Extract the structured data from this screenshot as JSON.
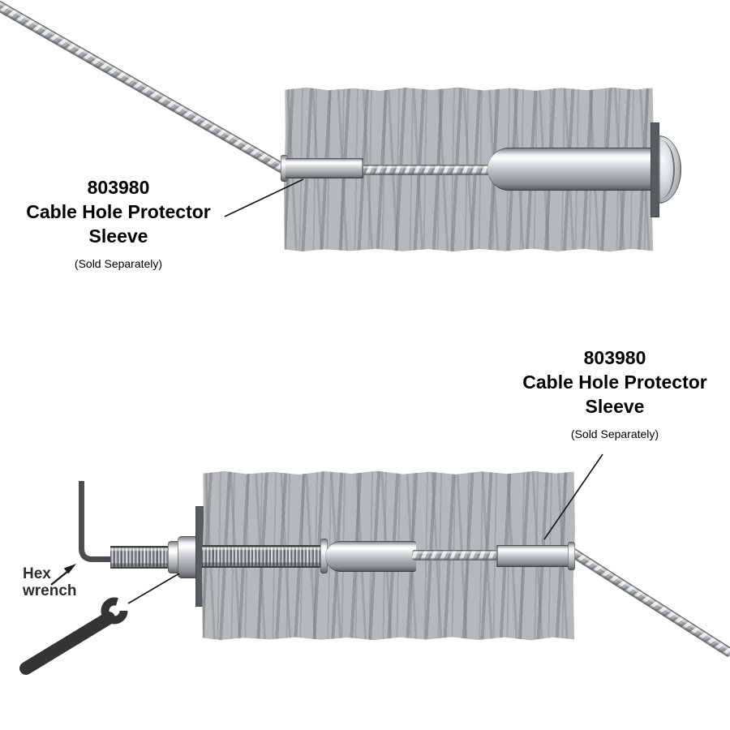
{
  "top_diagram": {
    "label": {
      "part_number": "803980",
      "product_name_line1": "Cable Hole Protector",
      "product_name_line2": "Sleeve",
      "availability_note": "(Sold Separately)"
    }
  },
  "bottom_diagram": {
    "label": {
      "part_number": "803980",
      "product_name_line1": "Cable Hole Protector",
      "product_name_line2": "Sleeve",
      "availability_note": "(Sold Separately)"
    },
    "tool_label": {
      "line1": "Hex",
      "line2": "wrench"
    }
  },
  "colors": {
    "background": "#ffffff",
    "wood_base": "#b6b9bb",
    "wood_grain": "#8f9396",
    "metal_highlight": "#ffffff",
    "metal_mid": "#b4b8ba",
    "metal_shadow": "#5e6264",
    "washer_dark": "#595c5e",
    "tool_dark": "#333435",
    "leader_line": "#1a1a1a",
    "text": "#000000"
  }
}
